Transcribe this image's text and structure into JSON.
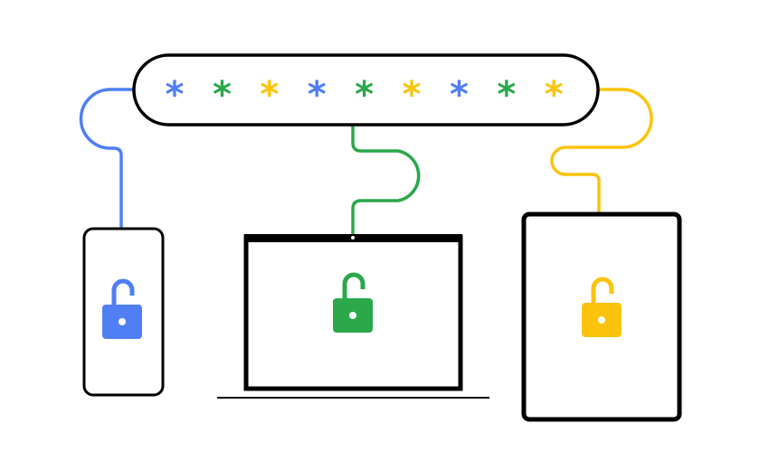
{
  "colors": {
    "blue": "#4f7ef5",
    "green": "#2aa84a",
    "yellow": "#fbc30c",
    "outline": "#000000"
  },
  "password_field": {
    "masked_characters": [
      "*",
      "*",
      "*",
      "*",
      "*",
      "*",
      "*",
      "*",
      "*"
    ],
    "character_colors": [
      "blue",
      "green",
      "yellow",
      "blue",
      "green",
      "yellow",
      "blue",
      "green",
      "yellow"
    ]
  },
  "devices": [
    {
      "type": "phone",
      "lock_state": "unlocked",
      "color": "blue",
      "icon": "unlock-icon"
    },
    {
      "type": "laptop",
      "lock_state": "unlocked",
      "color": "green",
      "icon": "unlock-icon"
    },
    {
      "type": "tablet",
      "lock_state": "unlocked",
      "color": "yellow",
      "icon": "unlock-icon"
    }
  ]
}
